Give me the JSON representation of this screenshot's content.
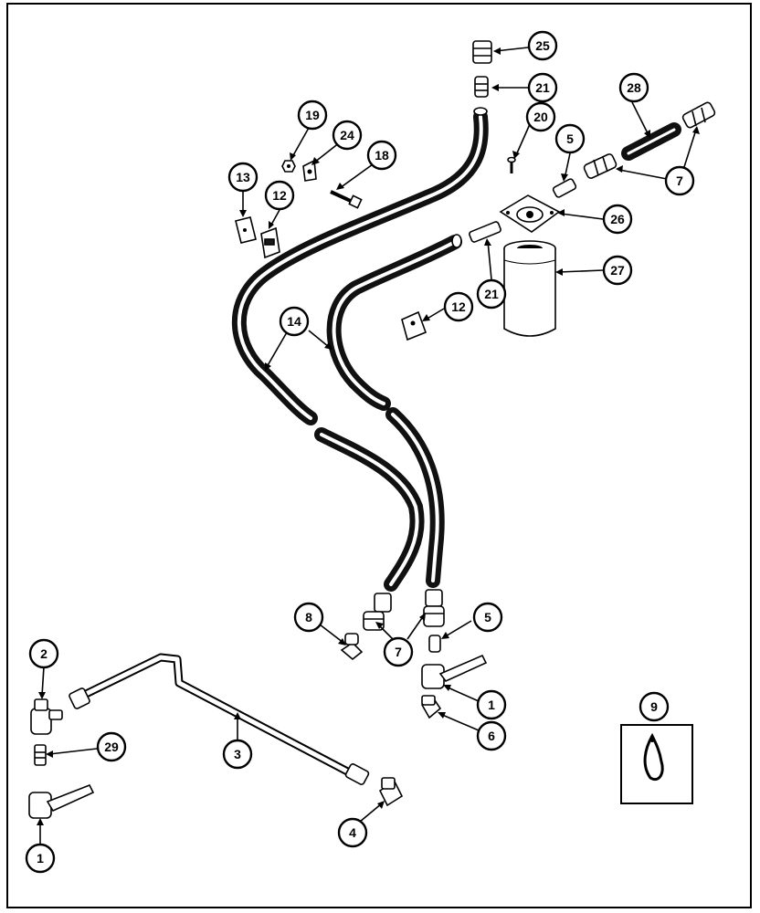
{
  "callouts": {
    "c1a": "1",
    "c1b": "1",
    "c2": "2",
    "c3": "3",
    "c4": "4",
    "c5a": "5",
    "c5b": "5",
    "c6": "6",
    "c7a": "7",
    "c7b": "7",
    "c8": "8",
    "c9": "9",
    "c12a": "12",
    "c12b": "12",
    "c13": "13",
    "c14": "14",
    "c18": "18",
    "c19": "19",
    "c20": "20",
    "c21a": "21",
    "c21b": "21",
    "c24": "24",
    "c25": "25",
    "c26": "26",
    "c27": "27",
    "c28": "28",
    "c29": "29"
  },
  "colors": {
    "line": "#000000",
    "background": "#ffffff",
    "hose": "#111111"
  }
}
